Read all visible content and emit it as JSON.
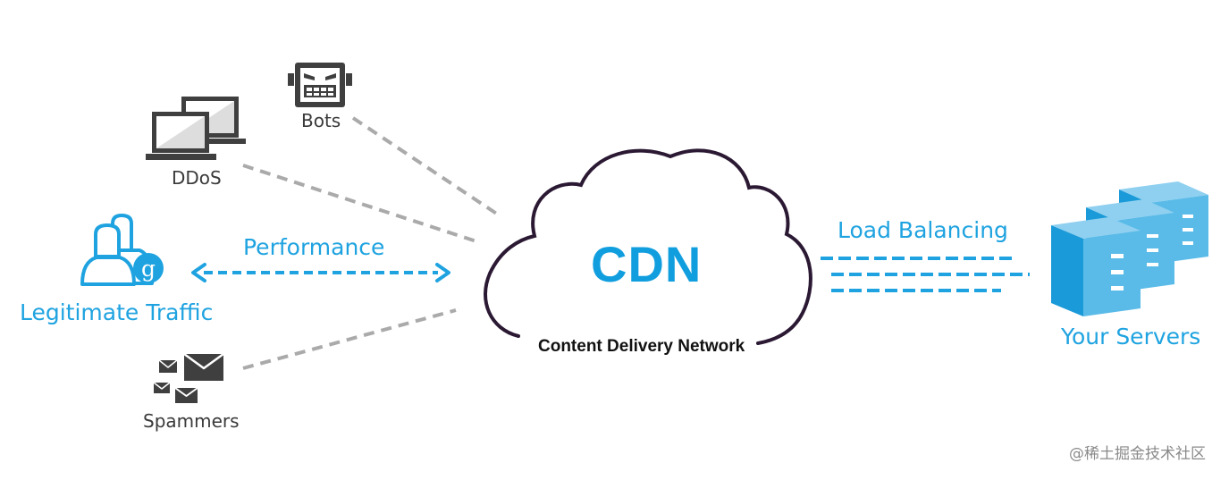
{
  "nodes": {
    "bots": {
      "label": "Bots",
      "icon": "robot-icon"
    },
    "ddos": {
      "label": "DDoS",
      "icon": "laptops-icon"
    },
    "legit": {
      "label": "Legitimate Traffic",
      "icon": "users-icon"
    },
    "spam": {
      "label": "Spammers",
      "icon": "envelopes-icon"
    },
    "cdn": {
      "label": "CDN",
      "sublabel": "Content Delivery Network",
      "icon": "cloud-icon"
    },
    "servers": {
      "label": "Your Servers",
      "icon": "servers-icon"
    }
  },
  "edges": {
    "performance": {
      "label": "Performance"
    },
    "load_balancing": {
      "label": "Load Balancing"
    }
  },
  "watermark": "@稀土掘金技术社区",
  "colors": {
    "accent": "#1fa3e0",
    "threat_line": "#aaaaaa",
    "icon_gray": "#3f3f3f",
    "cloud_stroke": "#2b1933"
  }
}
